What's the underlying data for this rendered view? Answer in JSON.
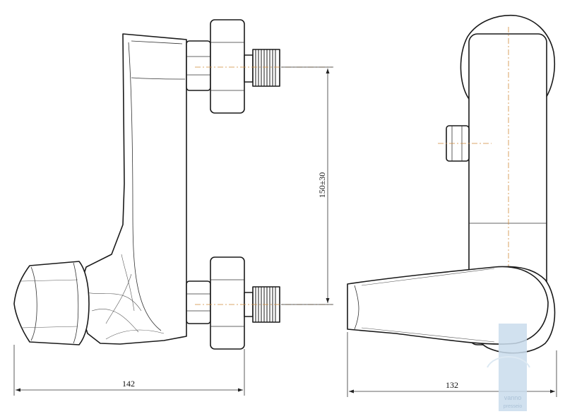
{
  "dimensions": {
    "overall_width_side": "142",
    "overall_width_front": "132",
    "inlet_spacing": "150±30"
  },
  "watermark": {
    "brand": "vanno",
    "tag": "presseio"
  },
  "colors": {
    "outline": "#1a1a1a",
    "centerline": "#d08a3a",
    "watermark": "#c9dced"
  }
}
